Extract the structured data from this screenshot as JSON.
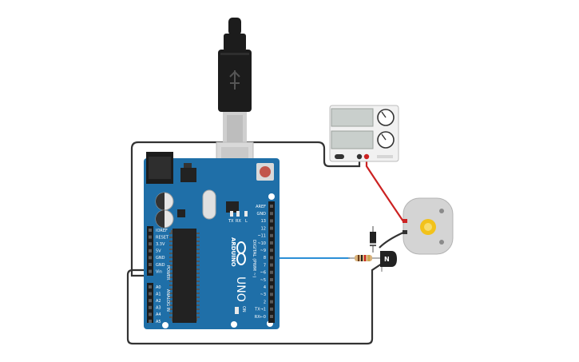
{
  "board": {
    "logo_text": "ARDUINO",
    "model": "UNO",
    "on_label": "ON",
    "led_l": "L",
    "led_tx": "TX",
    "led_rx": "RX",
    "digital_header": "DIGITAL (PWM ~)",
    "power_header": "POWER",
    "analog_header": "ANALOG IN",
    "digital_pins": [
      "AREF",
      "GND",
      "13",
      "12",
      "~11",
      "~10",
      "~9",
      "8",
      "7",
      "~6",
      "~5",
      "4",
      "~3",
      "2",
      "TX→1",
      "RX←0"
    ],
    "power_pins": [
      "IOREF",
      "RESET",
      "3.3V",
      "5V",
      "GND",
      "GND",
      "Vin"
    ],
    "analog_pins": [
      "A0",
      "A1",
      "A2",
      "A3",
      "A4",
      "A5"
    ]
  },
  "transistor": {
    "label": "N"
  },
  "colors": {
    "board_blue": "#1f6fa8",
    "wire_black": "#333333",
    "wire_red": "#cc2222",
    "wire_blue": "#2b8fd6",
    "motor_yellow": "#f2c21b"
  }
}
